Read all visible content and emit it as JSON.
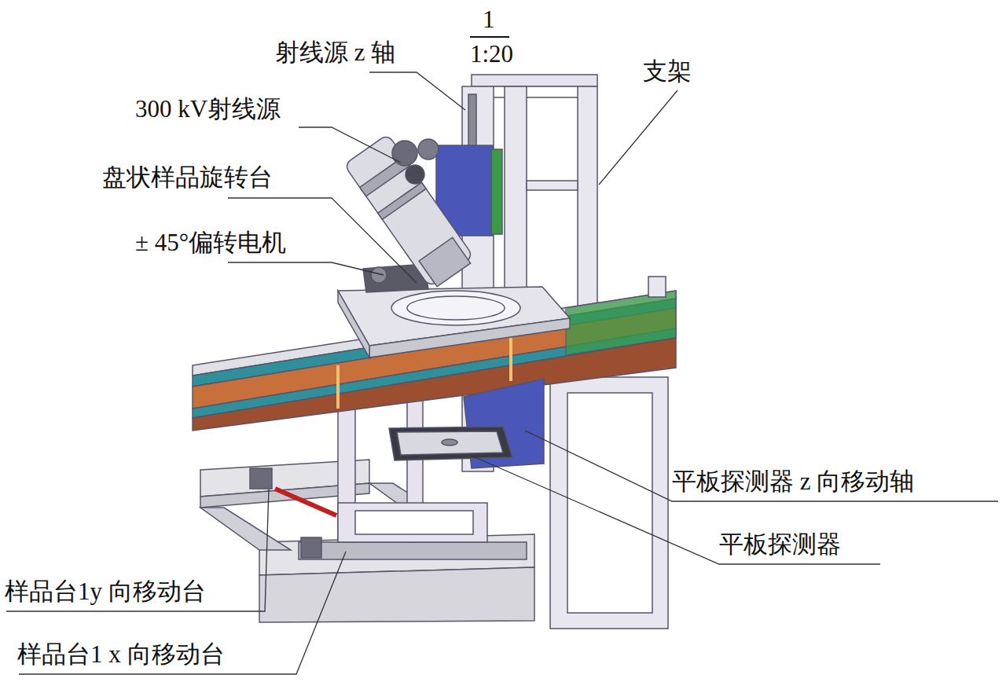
{
  "diagram": {
    "labels": [
      "射线源 z 轴",
      "1",
      "1:20",
      "支架",
      "300 kV射线源",
      "盘状样品旋转台",
      "± 45°偏转电机",
      "平板探测器 z 向移动轴",
      "平板探测器",
      "样品台1y 向移动台",
      "样品台1 x 向移动台"
    ]
  }
}
